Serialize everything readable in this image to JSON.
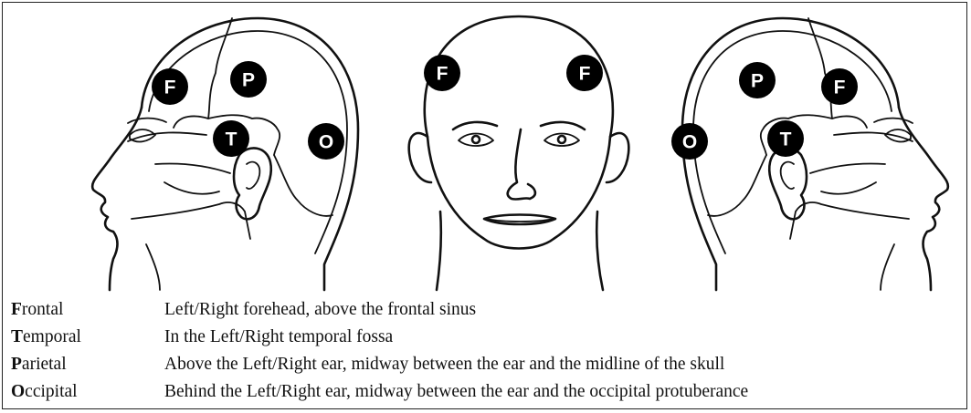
{
  "markers": {
    "left_profile": {
      "frontal": "F",
      "parietal": "P",
      "temporal": "T",
      "occipital": "O"
    },
    "front_face": {
      "frontal_left": "F",
      "frontal_right": "F"
    },
    "right_profile": {
      "frontal": "F",
      "parietal": "P",
      "temporal": "T",
      "occipital": "O"
    }
  },
  "legend": [
    {
      "initial": "F",
      "rest": "rontal",
      "description": "Left/Right forehead, above the frontal sinus"
    },
    {
      "initial": "T",
      "rest": "emporal",
      "description": "In the Left/Right temporal fossa"
    },
    {
      "initial": "P",
      "rest": "arietal",
      "description": "Above the Left/Right ear, midway between the ear and the midline of the skull"
    },
    {
      "initial": "O",
      "rest": "ccipital",
      "description": "Behind the Left/Right ear, midway between the ear and the occipital protuberance"
    }
  ]
}
